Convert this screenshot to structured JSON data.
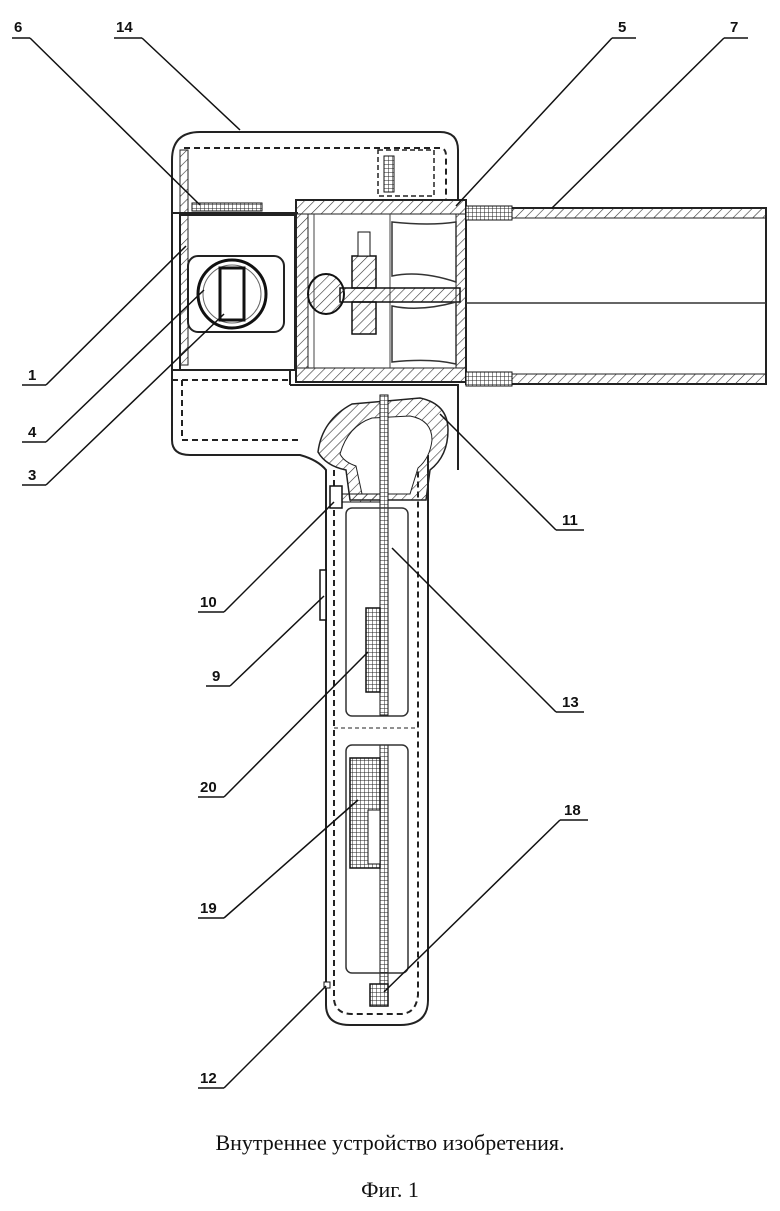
{
  "figure": {
    "caption": "Внутреннее устройство изобретения.",
    "label": "Фиг. 1"
  },
  "reference_numerals": {
    "n1": "1",
    "n3": "3",
    "n4": "4",
    "n5": "5",
    "n6": "6",
    "n7": "7",
    "n9": "9",
    "n10": "10",
    "n11": "11",
    "n12": "12",
    "n13": "13",
    "n14": "14",
    "n18": "18",
    "n19": "19",
    "n20": "20"
  }
}
